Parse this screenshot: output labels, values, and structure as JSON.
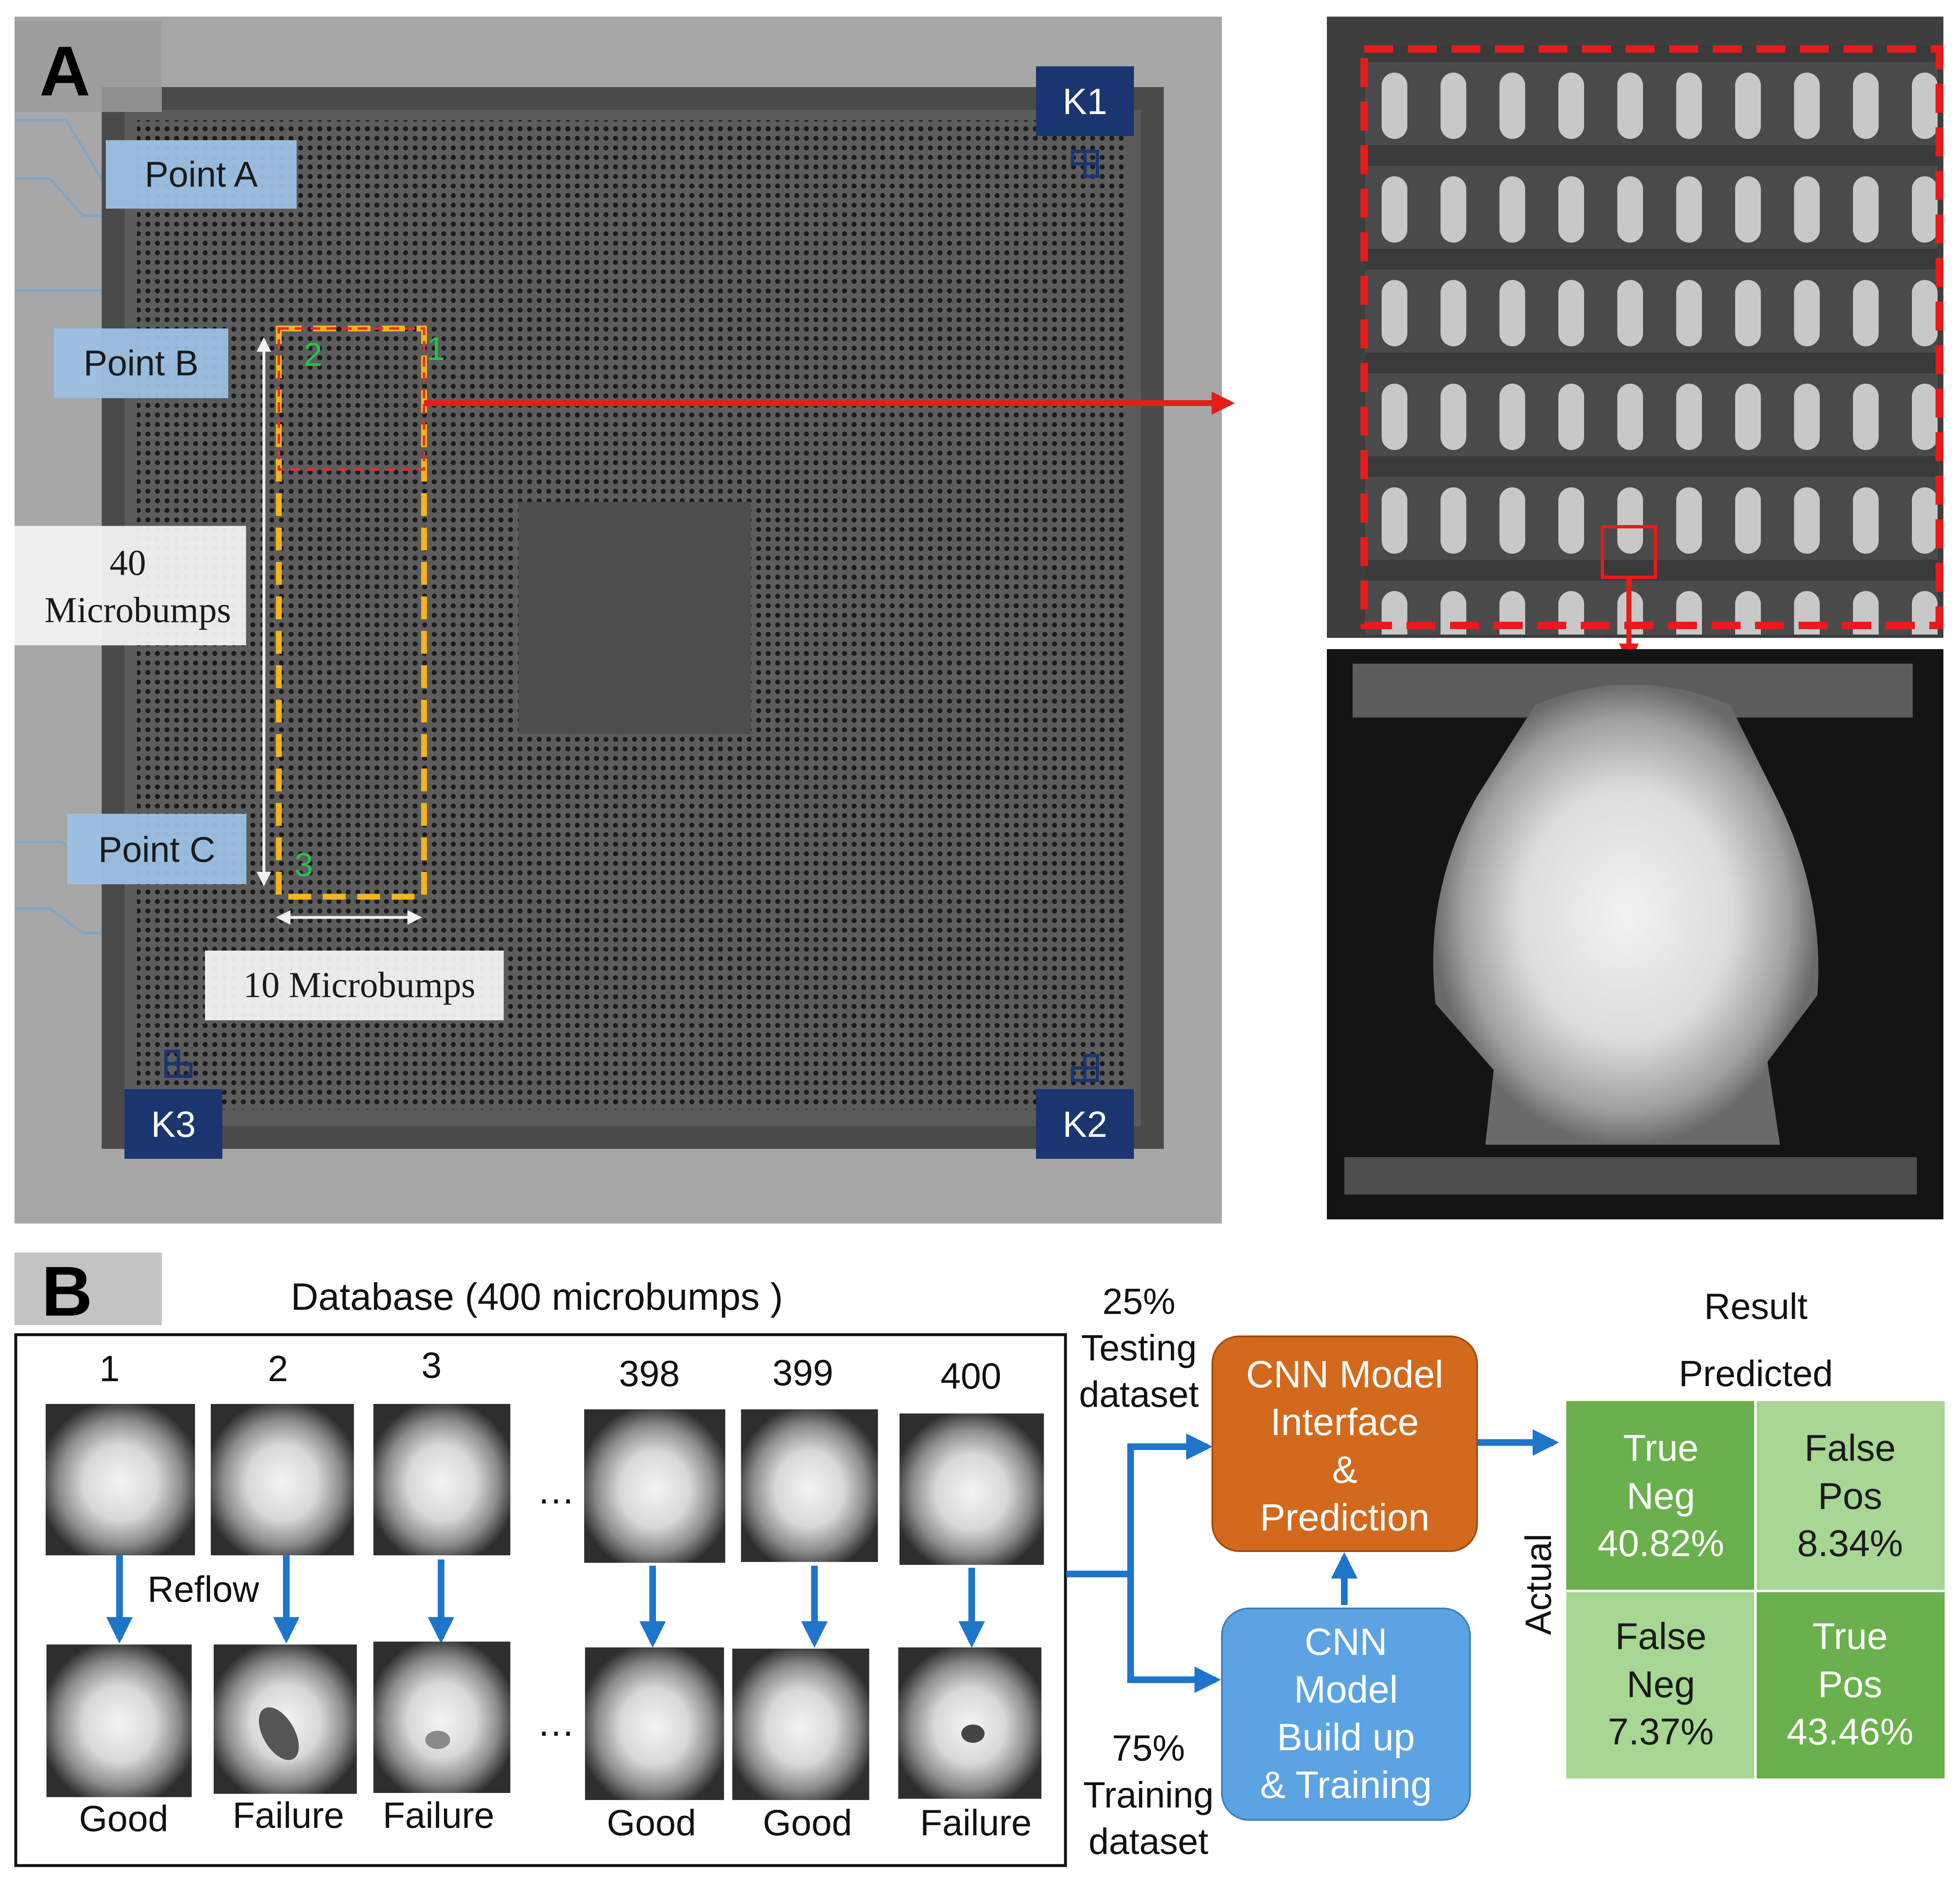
{
  "panel_a": {
    "letter": "A",
    "points": [
      "Point A",
      "Point B",
      "Point C"
    ],
    "rows_label": [
      "40",
      "Microbumps"
    ],
    "cols_label": "10 Microbumps",
    "keys": [
      "K1",
      "K2",
      "K3"
    ],
    "corner_numbers": [
      "1",
      "2",
      "3"
    ]
  },
  "panel_b": {
    "letter": "B",
    "database_title": "Database (400 microbumps )",
    "sample_numbers": [
      "1",
      "2",
      "3",
      "398",
      "399",
      "400"
    ],
    "ellipsis": "…",
    "reflow_label": "Reflow",
    "outcomes": [
      "Good",
      "Failure",
      "Failure",
      "Good",
      "Good",
      "Failure"
    ],
    "testing_label": [
      "25%",
      "Testing",
      "dataset"
    ],
    "training_label": [
      "75%",
      "Training",
      "dataset"
    ],
    "cnn_predict_box": [
      "CNN Model",
      "Interface",
      "&",
      "Prediction"
    ],
    "cnn_train_box": [
      "CNN",
      "Model",
      "Build up",
      "& Training"
    ],
    "result_title": "Result",
    "predicted_label": "Predicted",
    "actual_label": "Actual",
    "confusion_matrix": [
      [
        [
          "True",
          "Neg",
          "40.82%"
        ],
        [
          "False",
          "Pos",
          "8.34%"
        ]
      ],
      [
        [
          "False",
          "Neg",
          "7.37%"
        ],
        [
          "True",
          "Pos",
          "43.46%"
        ]
      ]
    ],
    "colors": {
      "predict_box": "#d3691c",
      "train_box": "#5ba3e3",
      "arrow": "#1e75c9",
      "cm_dark": "#6ab04c",
      "cm_light": "#a8d693"
    }
  }
}
